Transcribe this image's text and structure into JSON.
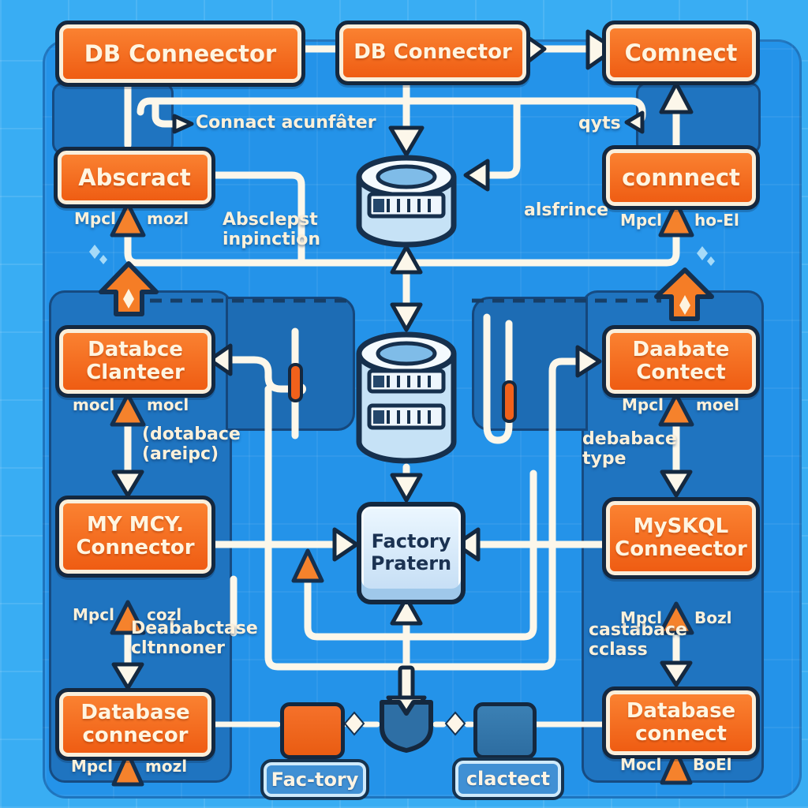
{
  "title": "DB Connector factory pattern diagram",
  "colors": {
    "background": "#39adf3",
    "board": "#2493e9",
    "panel": "#1f74c0",
    "node_orange": "#ee5a11",
    "node_border": "#14283f",
    "node_ring": "#f9efdc",
    "connector": "#fcf7ea",
    "factory_fill": "#c2dcf4",
    "pill_fill": "#4090d4"
  },
  "boxes": {
    "db_connector_a": {
      "label": "DB Conneector"
    },
    "db_connector_b": {
      "label": "DB Connector"
    },
    "connect_top": {
      "label": "Comnect"
    },
    "abstract": {
      "label": "Abscract"
    },
    "connect_right": {
      "label": "connnect"
    },
    "database_cleaner": {
      "label": "Databce\nClanteer"
    },
    "database_context": {
      "label": "Daabate\nContect"
    },
    "factory_pattern": {
      "label": "Factory\nPratern"
    },
    "my_mcy_connector": {
      "label": "MY MCY.\nConnector"
    },
    "myskql_connector": {
      "label": "MySKQL\nConneector"
    },
    "database_connecor": {
      "label": "Database\nconnecor"
    },
    "database_connect": {
      "label": "Database\nconnect"
    },
    "factory_pill": {
      "label": "Fac-tory"
    },
    "clactect_pill": {
      "label": "clactect"
    }
  },
  "annotations": {
    "connect_acurfater": "Connact acunfâter",
    "qyts": "qyts",
    "absclepst": "Absclepst\ninpinction",
    "alsfrince": "alsfrince",
    "dotabace": "(dotabace\n(areipc)",
    "debabace_type": "debabace\ntype",
    "deababctase": "Deababctase\ncltnnoner",
    "castabace": "castabace\ncclass",
    "pairs": {
      "abstract_l": "Mpcl",
      "abstract_r": "mozl",
      "connect_l": "Mpcl",
      "connect_r": "ho-El",
      "cleaner_l": "mocl",
      "cleaner_r": "mocl",
      "context_l": "Mpcl",
      "context_r": "moel",
      "mymcy_l": "Mpcl",
      "mymcy_r": "cozl",
      "myskql_l": "Mpcl",
      "myskql_r": "Bozl",
      "dbconn_l": "Mpcl",
      "dbconn_r": "mozl",
      "dbconnect_l": "Mocl",
      "dbconnect_r": "BoEl"
    }
  },
  "icons": {
    "database_top": "database-cylinder",
    "database_mid": "database-cylinder-stacked",
    "shield": "shield-down-arrow",
    "factory_square": "chevron-right-icon",
    "clactect_square": "sparkle-icon",
    "cursor_left": "cursor-flag-icon",
    "cursor_right": "cursor-flag-icon"
  }
}
